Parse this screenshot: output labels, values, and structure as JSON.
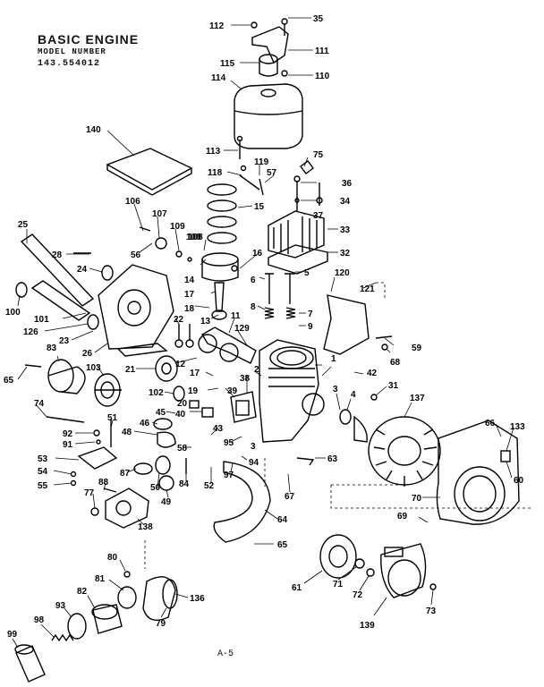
{
  "header": {
    "title": "BASIC ENGINE",
    "model_label": "MODEL NUMBER",
    "model_number": "143.554012"
  },
  "page_label": "A-5",
  "callouts": [
    "112",
    "35",
    "111",
    "115",
    "110",
    "114",
    "140",
    "113",
    "75",
    "119",
    "118",
    "57",
    "36",
    "34",
    "15",
    "37",
    "106",
    "107",
    "109",
    "108",
    "33",
    "25",
    "28",
    "56",
    "108",
    "16",
    "32",
    "24",
    "14",
    "6",
    "5",
    "120",
    "121",
    "100",
    "17",
    "18",
    "13",
    "22",
    "11",
    "8",
    "7",
    "101",
    "126",
    "23",
    "26",
    "83",
    "103",
    "129",
    "9",
    "59",
    "68",
    "65",
    "21",
    "12",
    "17",
    "19",
    "39",
    "2",
    "1",
    "38",
    "42",
    "102",
    "20",
    "40",
    "46",
    "45",
    "31",
    "3",
    "4",
    "137",
    "74",
    "51",
    "92",
    "91",
    "48",
    "43",
    "58",
    "95",
    "94",
    "66",
    "133",
    "53",
    "54",
    "55",
    "87",
    "50",
    "84",
    "52",
    "97",
    "3",
    "63",
    "60",
    "77",
    "88",
    "49",
    "67",
    "70",
    "138",
    "69",
    "64",
    "65",
    "80",
    "81",
    "136",
    "61",
    "71",
    "72",
    "73",
    "82",
    "93",
    "79",
    "98",
    "139",
    "99"
  ]
}
